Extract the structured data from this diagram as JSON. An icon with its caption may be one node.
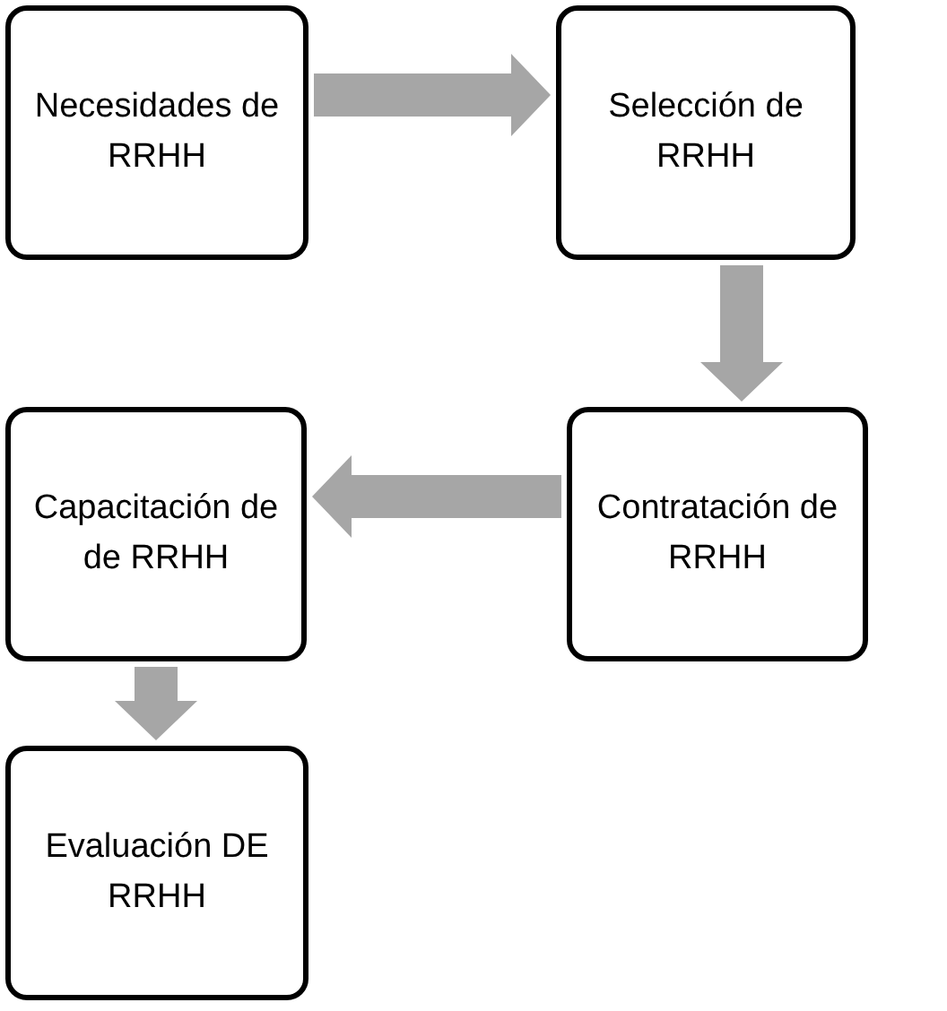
{
  "diagram": {
    "nodes": [
      {
        "text": [
          "Necesidades de RRHH"
        ]
      },
      {
        "text": [
          "Selección de RRHH"
        ]
      },
      {
        "text": [
          "Contratación de RRHH"
        ]
      },
      {
        "text": [
          "Capacitación de de RRHH"
        ]
      },
      {
        "text": [
          "Evaluación DE RRHH"
        ]
      }
    ],
    "edges": [
      {
        "from": 0,
        "to": 1,
        "arrow": "to"
      },
      {
        "from": 1,
        "to": 2,
        "arrow": "to"
      },
      {
        "from": 2,
        "to": 3,
        "arrow": "to"
      },
      {
        "from": 3,
        "to": 4,
        "arrow": "to"
      }
    ]
  }
}
